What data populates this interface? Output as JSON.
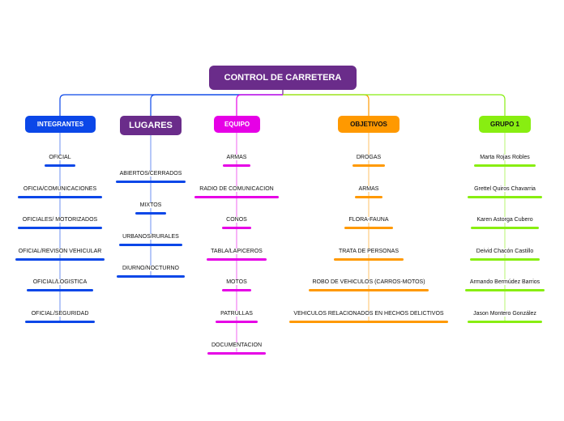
{
  "colors": {
    "root": "#6a2c8a",
    "integrantes": "#0b47e8",
    "lugares": "#6a2c8a",
    "lugares_leaf": "#0b47e8",
    "equipo": "#e600e6",
    "objetivos": "#ff9900",
    "grupo": "#88ee11"
  },
  "root": {
    "label": "CONTROL DE CARRETERA"
  },
  "branches": [
    {
      "id": "integrantes",
      "label": "INTEGRANTES",
      "items": [
        "OFICIAL",
        "OFICIA/COMUNICACIONES",
        "OFICIALES/ MOTORIZADOS",
        "OFICIAL/REVISON VEHICULAR",
        "OFICIAL/LOGISTICA",
        "OFICIAL/SEGURIDAD"
      ]
    },
    {
      "id": "lugares",
      "label": "LUGARES",
      "items": [
        "ABIERTOS/CERRADOS",
        "MIXTOS",
        "URBANOS/RURALES",
        "DIURNO/NOCTURNO"
      ]
    },
    {
      "id": "equipo",
      "label": "EQUIPO",
      "items": [
        "ARMAS",
        "RADIO DE COMUNICACION",
        "CONOS",
        "TABLA/LAPICEROS",
        "MOTOS",
        "PATRULLAS",
        "DOCUMENTACION"
      ]
    },
    {
      "id": "objetivos",
      "label": "OBJETIVOS",
      "items": [
        "DROGAS",
        "ARMAS",
        "FLORA-FAUNA",
        "TRATA DE PERSONAS",
        "ROBO DE VEHICULOS (CARROS-MOTOS)",
        "VEHICULOS RELACIONADOS EN HECHOS DELICTIVOS"
      ]
    },
    {
      "id": "grupo",
      "label": "GRUPO 1",
      "items": [
        "Marta Rojas Robles",
        "Grettel Quiros Chavarria",
        "Karen Astorga Cubero",
        "Deivid Chacón Castillo",
        "Armando Bermúdez Barrios",
        "Jason Montero González"
      ]
    }
  ]
}
